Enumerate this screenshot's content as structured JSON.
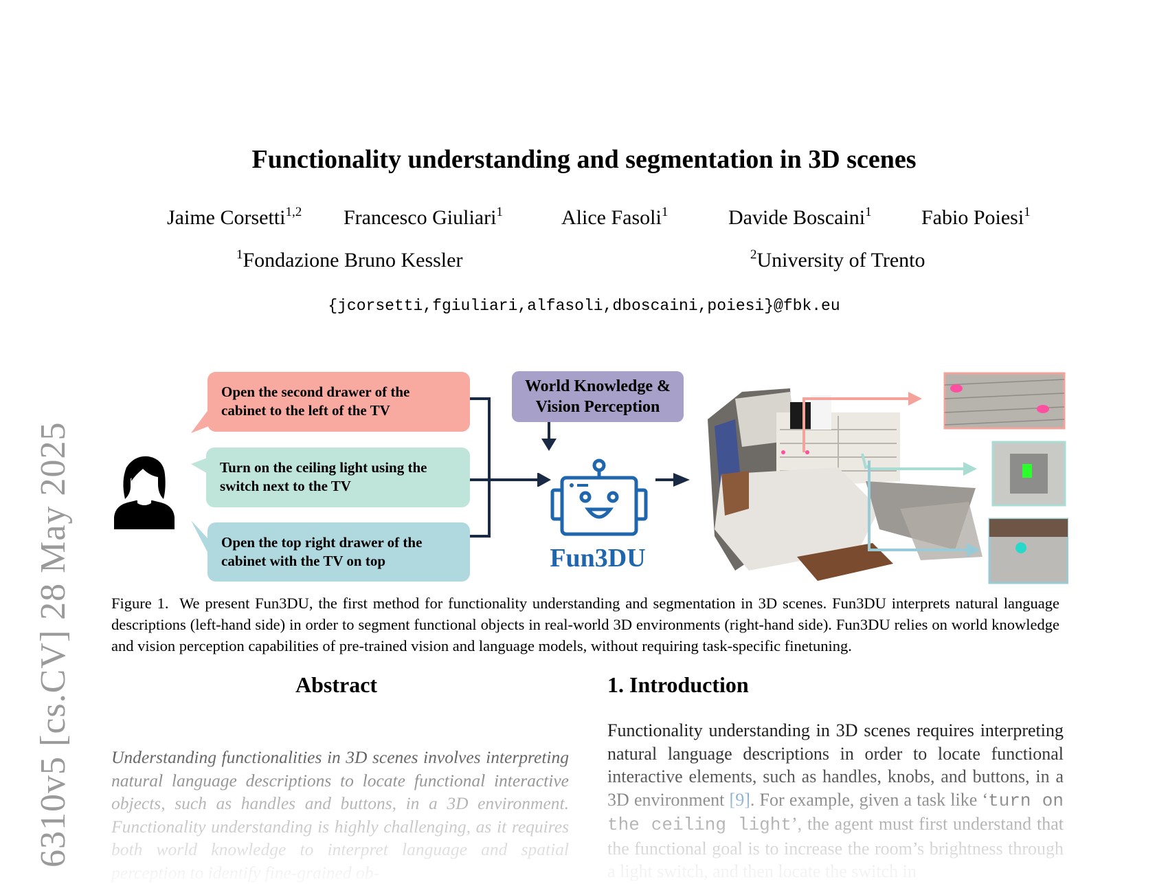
{
  "paper": {
    "title": "Functionality understanding and segmentation in 3D scenes",
    "authors": [
      {
        "name": "Jaime Corsetti",
        "aff": "1,2"
      },
      {
        "name": "Francesco Giuliari",
        "aff": "1"
      },
      {
        "name": "Alice Fasoli",
        "aff": "1"
      },
      {
        "name": "Davide Boscaini",
        "aff": "1"
      },
      {
        "name": "Fabio Poiesi",
        "aff": "1"
      }
    ],
    "affiliations": [
      {
        "num": "1",
        "name": "Fondazione Bruno Kessler"
      },
      {
        "num": "2",
        "name": "University of Trento"
      }
    ],
    "email": "{jcorsetti,fgiuliari,alfasoli,dboscaini,poiesi}@fbk.eu",
    "arxiv_stamp": "6310v5  [cs.CV]  28 May 2025"
  },
  "figure": {
    "bubbles": [
      "Open the second drawer of the cabinet to the left of the TV",
      "Turn on the ceiling light using the switch next to the TV",
      "Open the top right drawer of the cabinet with the TV on top"
    ],
    "knowledge_box": "World Knowledge & Vision Perception",
    "method_name": "Fun3DU",
    "colors": {
      "bubble1": "#f8a9a0",
      "bubble2": "#bfe4da",
      "bubble3": "#afd8df",
      "knowledge": "#a7a1c9",
      "robot": "#1f66ad"
    },
    "icons": [
      "person-icon",
      "robot-icon",
      "scene-pointcloud-image"
    ]
  },
  "caption": {
    "label": "Figure 1.",
    "text": "We present Fun3DU, the first method for functionality understanding and segmentation in 3D scenes. Fun3DU interprets natural language descriptions (left-hand side) in order to segment functional objects in real-world 3D environments (right-hand side). Fun3DU relies on world knowledge and vision perception capabilities of pre-trained vision and language models, without requiring task-specific finetuning."
  },
  "abstract": {
    "heading": "Abstract",
    "text": "Understanding functionalities in 3D scenes involves interpreting natural language descriptions to locate functional interactive objects, such as handles and buttons, in a 3D environment. Functionality understanding is highly challenging, as it requires both world knowledge to interpret language and spatial perception to identify fine-grained ob-"
  },
  "intro": {
    "heading": "1. Introduction",
    "p1": "Functionality understanding in 3D scenes requires interpreting natural language descriptions in order to locate functional interactive elements, such as handles, knobs, and buttons, in a 3D environment ",
    "cite": "[9]",
    "p2": ". For example, given a task like ‘",
    "code": "turn on the ceiling light",
    "p3": "’, the agent must first understand that the functional goal is to increase the room’s brightness through a light switch, and then locate the switch in"
  }
}
